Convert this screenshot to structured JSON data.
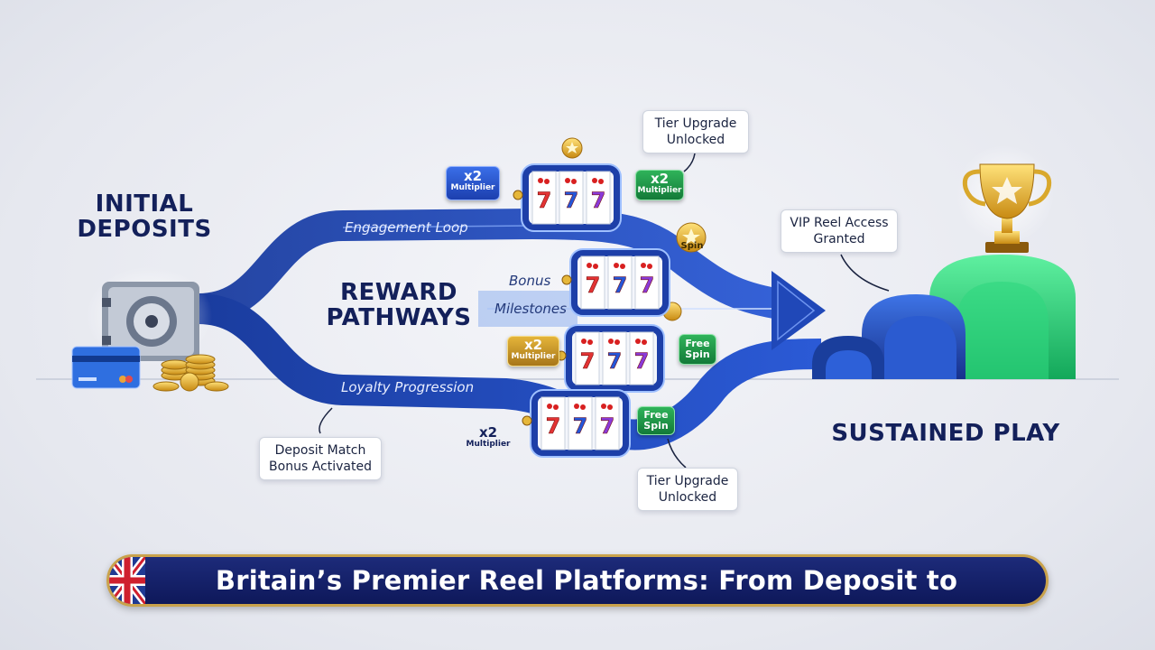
{
  "stages": {
    "initial": "INITIAL\nDEPOSITS",
    "reward": "REWARD\nPATHWAYS",
    "sustained": "SUSTAINED PLAY"
  },
  "flows": {
    "engagement": "Engagement Loop",
    "bonus": "Bonus",
    "milestones": "Milestones",
    "loyalty": "Loyalty Progression"
  },
  "callouts": {
    "tier_top": [
      "Tier Upgrade",
      "Unlocked"
    ],
    "vip": [
      "VIP Reel Access",
      "Granted"
    ],
    "deposit_match": [
      "Deposit Match",
      "Bonus Activated"
    ],
    "tier_bottom": [
      "Tier Upgrade",
      "Unlocked"
    ]
  },
  "badges": {
    "multiplier_big": "x2",
    "multiplier_small": "Multiplier",
    "free_spin_1": [
      "Free",
      "Spin"
    ],
    "free_spin_2": [
      "Free",
      "Spin"
    ],
    "spin": "Spin"
  },
  "reel_symbol": "7",
  "banner_title": "Britain’s Premier Reel Platforms: From Deposit to Devotion",
  "colors": {
    "flow_blue": "#1f49b8",
    "navy": "#13205a",
    "green": "#2ecc71",
    "gold": "#d9a82c",
    "banner_border": "#c9a24b"
  }
}
